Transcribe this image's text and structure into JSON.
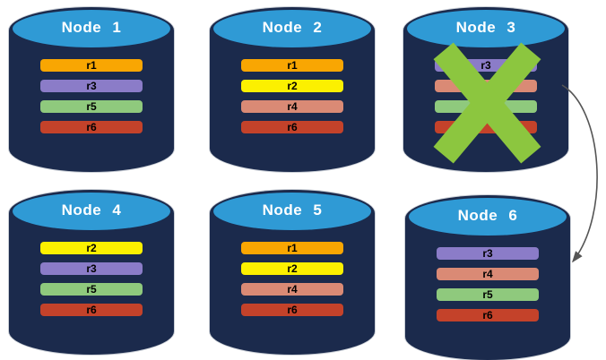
{
  "diagram": {
    "type": "replica-distribution-cylinders",
    "colors": {
      "cylinder_body": "#1B2A4C",
      "cylinder_top": "#2F9AD5",
      "node_title_text": "#FFFFFF",
      "replica_label_text": "#000000"
    },
    "failure_mark": {
      "shape": "x-cross",
      "color": "#8CC63F",
      "on_node": "Node 3"
    },
    "arrow": {
      "color": "#555555",
      "from": "Node 3",
      "to": "Node 6"
    },
    "nodes": [
      {
        "label": "Node 1",
        "failed": false,
        "replicas": [
          {
            "label": "r1",
            "color": "#F9A602"
          },
          {
            "label": "r3",
            "color": "#8B7CC8"
          },
          {
            "label": "r5",
            "color": "#8FC97D"
          },
          {
            "label": "r6",
            "color": "#C4422A"
          }
        ]
      },
      {
        "label": "Node 2",
        "failed": false,
        "replicas": [
          {
            "label": "r1",
            "color": "#F9A602"
          },
          {
            "label": "r2",
            "color": "#FCF000"
          },
          {
            "label": "r4",
            "color": "#DA8A75"
          },
          {
            "label": "r6",
            "color": "#C4422A"
          }
        ]
      },
      {
        "label": "Node 3",
        "failed": true,
        "replicas": [
          {
            "label": "r3",
            "color": "#8B7CC8"
          },
          {
            "label": "",
            "color": "#DA8A75"
          },
          {
            "label": "",
            "color": "#8FC97D"
          },
          {
            "label": "",
            "color": "#C4422A"
          }
        ]
      },
      {
        "label": "Node 4",
        "failed": false,
        "replicas": [
          {
            "label": "r2",
            "color": "#FCF000"
          },
          {
            "label": "r3",
            "color": "#8B7CC8"
          },
          {
            "label": "r5",
            "color": "#8FC97D"
          },
          {
            "label": "r6",
            "color": "#C4422A"
          }
        ]
      },
      {
        "label": "Node 5",
        "failed": false,
        "replicas": [
          {
            "label": "r1",
            "color": "#F9A602"
          },
          {
            "label": "r2",
            "color": "#FCF000"
          },
          {
            "label": "r4",
            "color": "#DA8A75"
          },
          {
            "label": "r6",
            "color": "#C4422A"
          }
        ]
      },
      {
        "label": "Node 6",
        "failed": false,
        "replicas": [
          {
            "label": "r3",
            "color": "#8B7CC8"
          },
          {
            "label": "r4",
            "color": "#DA8A75"
          },
          {
            "label": "r5",
            "color": "#8FC97D"
          },
          {
            "label": "r6",
            "color": "#C4422A"
          }
        ]
      }
    ]
  }
}
